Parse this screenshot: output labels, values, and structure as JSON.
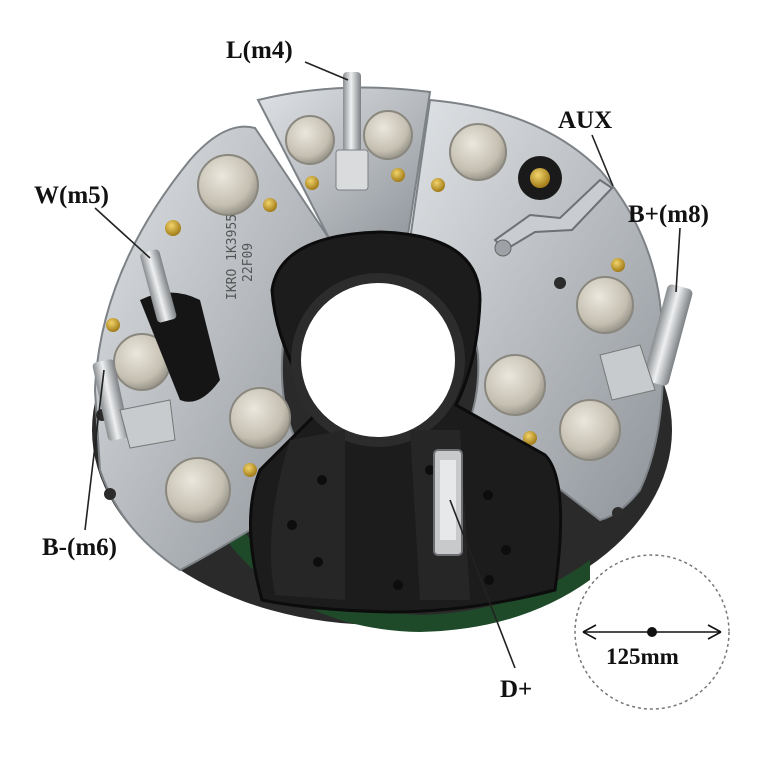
{
  "labels": {
    "l_terminal": "L(m4)",
    "aux": "AUX",
    "w_terminal": "W(m5)",
    "b_plus": "B+(m8)",
    "b_minus": "B-(m6)",
    "d_plus": "D+"
  },
  "part_marking": {
    "line1": "IKRO 1K3955",
    "line2": "22F09"
  },
  "dimension": {
    "value": "125mm"
  },
  "colors": {
    "plate": "#b9bdc1",
    "plate_edge": "#8c9196",
    "housing": "#1c1c1c",
    "brass": "#c9a227",
    "diode": "#c8c3b6",
    "leader": "#222222"
  }
}
